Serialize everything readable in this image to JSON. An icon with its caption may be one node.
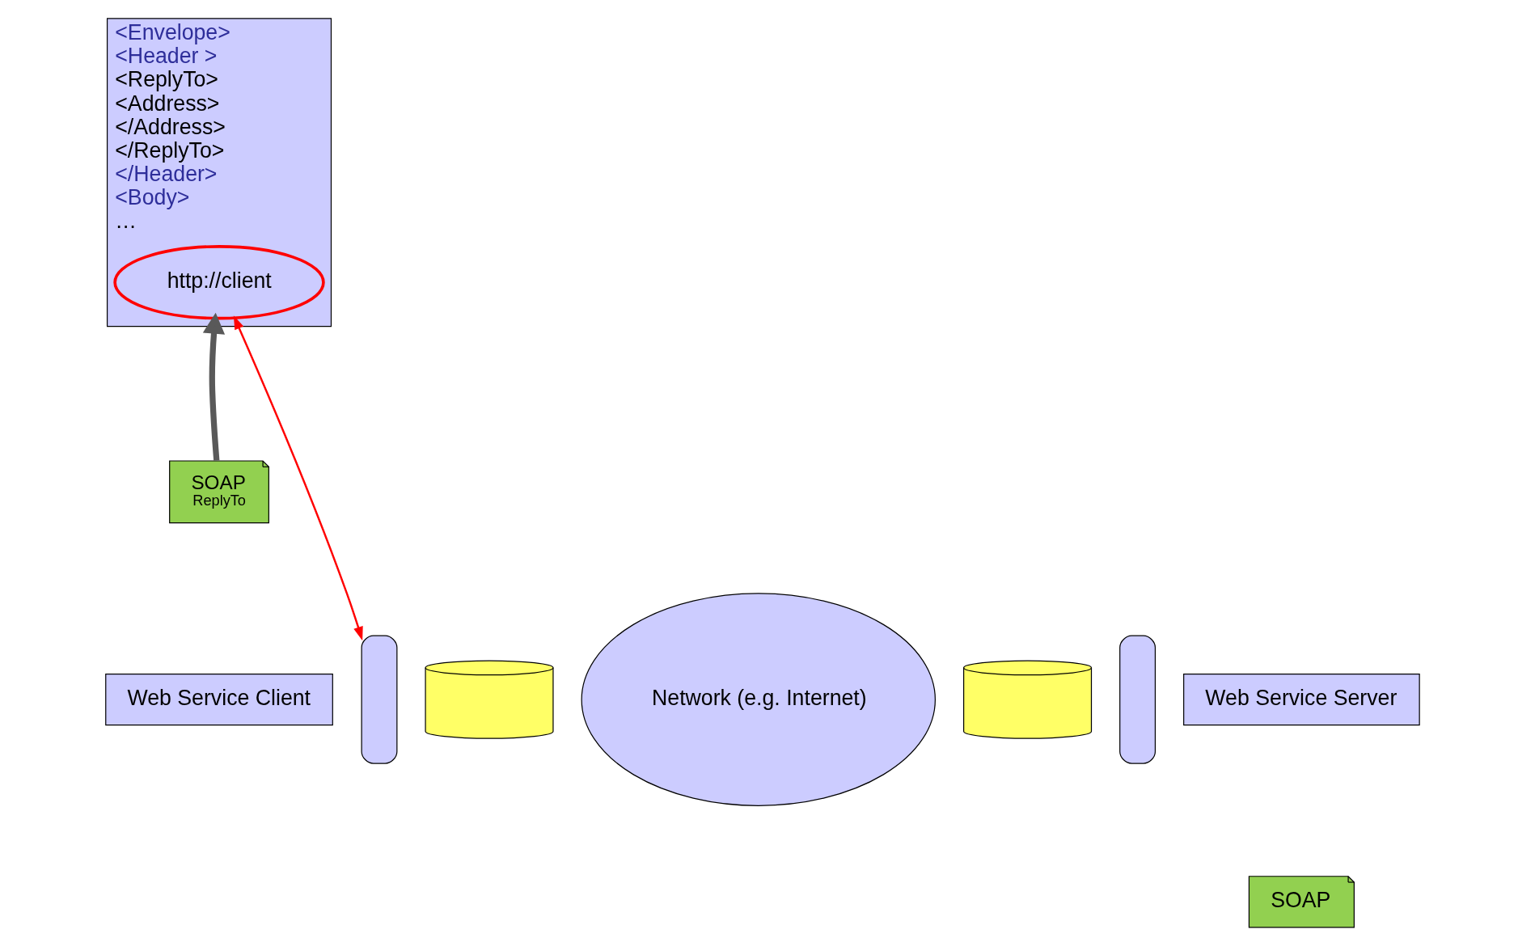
{
  "diagram": {
    "nodes": [
      {
        "text": [
          "Web Service Client"
        ]
      },
      {
        "text": [
          "SOAP",
          "ReplyTo"
        ]
      },
      {
        "text": [],
        "shape": "box"
      },
      {
        "text": [],
        "shape": "cylinder"
      },
      {
        "text": [
          "Network (e.g. Internet)"
        ]
      },
      {
        "text": [],
        "shape": "cylinder"
      },
      {
        "text": [],
        "shape": "box"
      },
      {
        "text": [
          "Web Service Server"
        ]
      },
      {
        "text": [
          "SOAP"
        ]
      },
      {
        "text": [
          "<Envelope>",
          "<Header >",
          "<ReplyTo>",
          "<Address>",
          "</Address>",
          "</ReplyTo>",
          "</Header>",
          "<Body>",
          "…"
        ]
      },
      {
        "text": [
          "http://client"
        ],
        "in": 9
      }
    ],
    "edges": [
      {
        "from": 1,
        "to": 10,
        "arrow": "to",
        "style": "thick",
        "color": "#595959"
      },
      {
        "from": 10,
        "to": 2,
        "arrow": "both",
        "color": "#ff0000"
      }
    ]
  }
}
